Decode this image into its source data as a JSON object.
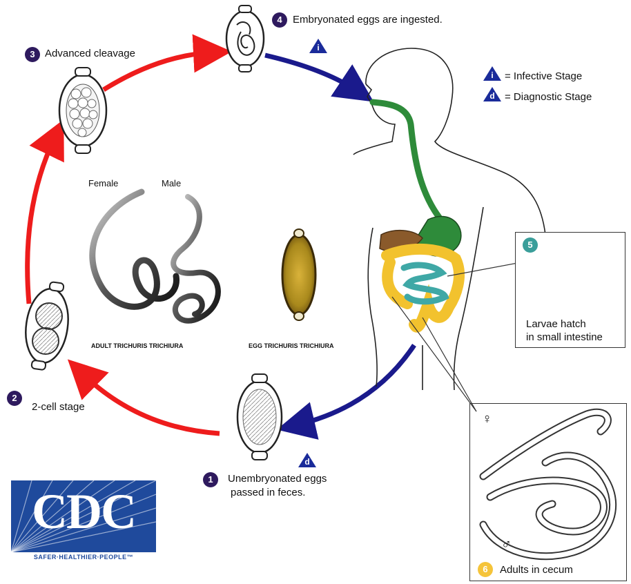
{
  "stages": {
    "s1": {
      "num": "1",
      "line1": "Unembryonated eggs",
      "line2": "passed in feces."
    },
    "s2": {
      "num": "2",
      "label": "2-cell stage"
    },
    "s3": {
      "num": "3",
      "label": "Advanced cleavage"
    },
    "s4": {
      "num": "4",
      "label": "Embryonated eggs are ingested."
    },
    "s5": {
      "num": "5",
      "line1": "Larvae hatch",
      "line2": "in small intestine"
    },
    "s6": {
      "num": "6",
      "label": "Adults in cecum"
    }
  },
  "legend": {
    "infective_symbol": "i",
    "infective_label": "= Infective Stage",
    "diagnostic_symbol": "d",
    "diagnostic_label": "= Diagnostic Stage"
  },
  "markers": {
    "i": "i",
    "d": "d"
  },
  "center": {
    "female": "Female",
    "male": "Male",
    "adult_caption": "ADULT TRICHURIS TRICHIURA",
    "egg_caption": "EGG TRICHURIS TRICHIURA"
  },
  "cecum": {
    "female_symbol": "♀",
    "male_symbol": "♂"
  },
  "logo": {
    "text": "CDC",
    "tagline": "SAFER·HEALTHIER·PEOPLE™"
  },
  "colors": {
    "red_arrow": "#ee1c1c",
    "blue_arrow": "#1a1a8c",
    "stage_badge": "#2e1a5e",
    "teal_badge": "#3a9e9a",
    "yellow_badge": "#f5c43a",
    "cdc_blue": "#1f4a9c",
    "gut_green": "#2e8b3a",
    "colon_yellow": "#f2c22e",
    "intestine_teal": "#3fa8a6"
  }
}
